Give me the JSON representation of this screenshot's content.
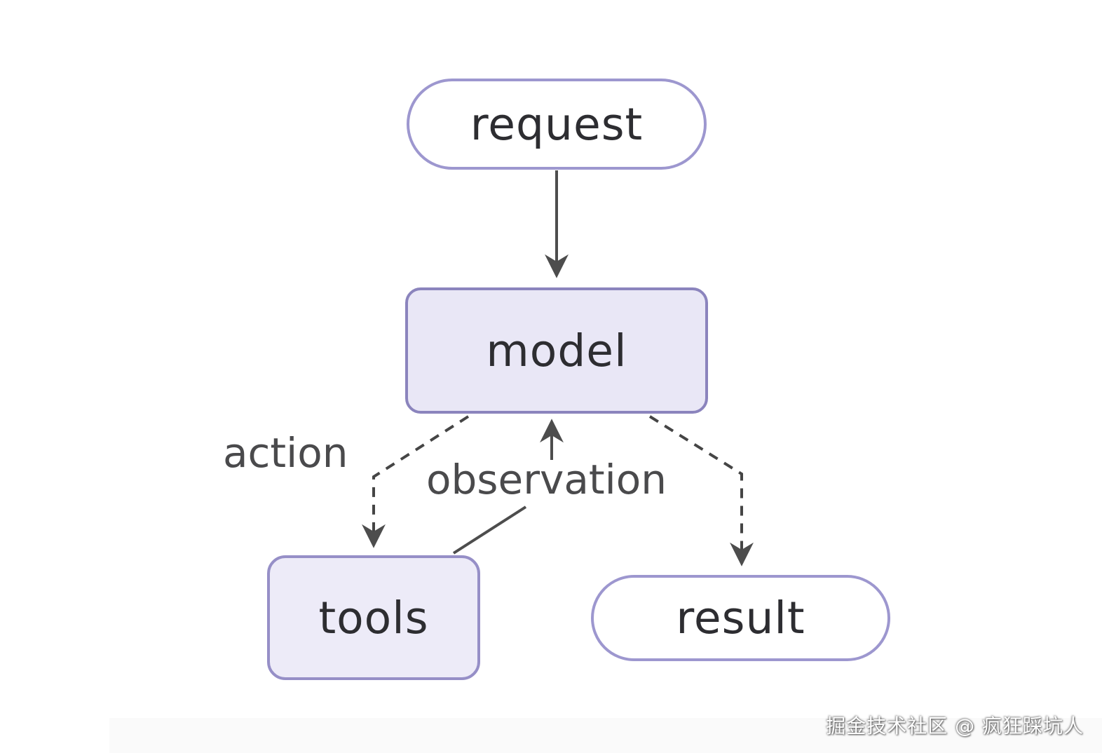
{
  "diagram": {
    "nodes": {
      "request": {
        "label": "request",
        "shape": "pill"
      },
      "model": {
        "label": "model",
        "shape": "rounded-rect"
      },
      "tools": {
        "label": "tools",
        "shape": "rounded-rect"
      },
      "result": {
        "label": "result",
        "shape": "pill"
      }
    },
    "edges": [
      {
        "from": "request",
        "to": "model",
        "style": "solid",
        "label": ""
      },
      {
        "from": "model",
        "to": "tools",
        "style": "dashed",
        "label": "action"
      },
      {
        "from": "tools",
        "to": "model",
        "style": "solid",
        "label": "observation"
      },
      {
        "from": "model",
        "to": "result",
        "style": "dashed",
        "label": ""
      }
    ],
    "labels": {
      "action": "action",
      "observation": "observation"
    },
    "colors": {
      "pill_border": "#9d97cf",
      "model_border": "#8b84bd",
      "model_fill": "#e9e7f6",
      "tools_fill": "#edebf8",
      "pill_fill": "#ffffff",
      "arrow": "#4d4d4d",
      "node_text": "#2d2d31",
      "label_text": "#4a4a4c"
    }
  },
  "watermark": {
    "text": "掘金技术社区 @ 疯狂踩坑人"
  }
}
